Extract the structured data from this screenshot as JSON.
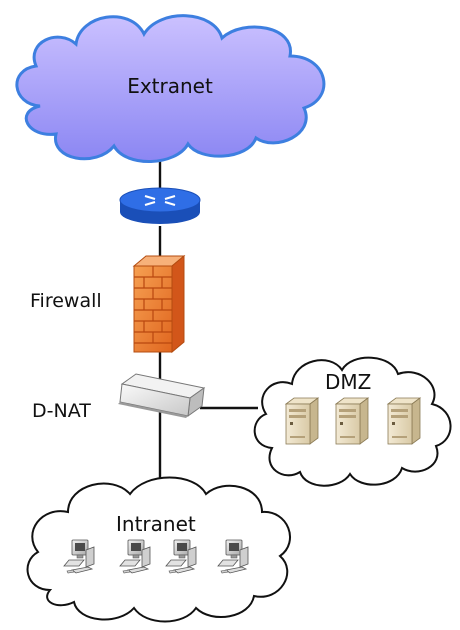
{
  "nodes": {
    "extranet": {
      "label": "Extranet"
    },
    "firewall": {
      "label": "Firewall"
    },
    "dnat": {
      "label": "D-NAT"
    },
    "dmz": {
      "label": "DMZ"
    },
    "intranet": {
      "label": "Intranet"
    }
  },
  "icons": {
    "router": "router-icon",
    "firewall": "firewall-brick-icon",
    "dnat": "nat-device-icon",
    "server": "server-tower-icon",
    "workstation": "workstation-icon"
  },
  "colors": {
    "cloud_top": "#c3b7ff",
    "cloud_bottom": "#8f8af5",
    "cloud_edge": "#3d7fe0",
    "router_blue": "#1f5fd6",
    "firewall_orange": "#ef7a2a",
    "line": "#111111"
  }
}
